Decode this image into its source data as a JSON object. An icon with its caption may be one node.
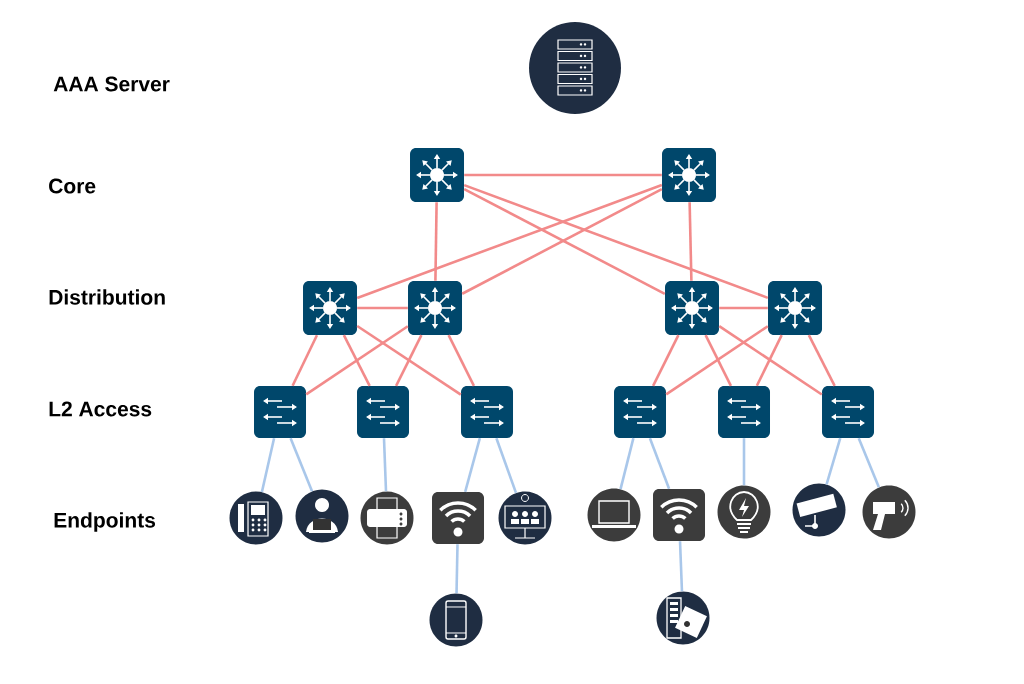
{
  "diagram": {
    "nodes": [
      {
        "text": [],
        "shape": "picture"
      },
      {
        "text": [],
        "shape": "picture"
      },
      {
        "text": [],
        "shape": "picture"
      },
      {
        "text": [],
        "shape": "picture"
      },
      {
        "text": [],
        "shape": "picture"
      },
      {
        "text": [],
        "shape": "picture"
      },
      {
        "text": [],
        "shape": "picture"
      },
      {
        "text": [],
        "shape": "picture"
      },
      {
        "text": [],
        "shape": "picture"
      },
      {
        "text": [],
        "shape": "picture"
      },
      {
        "text": [],
        "shape": "picture"
      },
      {
        "text": [],
        "shape": "picture"
      },
      {
        "text": [],
        "shape": "picture"
      },
      {
        "text": [],
        "shape": "picture"
      },
      {
        "text": [],
        "shape": "picture"
      },
      {
        "text": [],
        "shape": "picture"
      },
      {
        "text": [],
        "shape": "picture"
      },
      {
        "text": [],
        "shape": "picture"
      },
      {
        "text": [],
        "shape": "picture"
      },
      {
        "text": [],
        "shape": "picture"
      },
      {
        "text": [],
        "shape": "picture"
      },
      {
        "text": [],
        "shape": "picture"
      },
      {
        "text": [],
        "shape": "picture"
      },
      {
        "text": [],
        "shape": "picture"
      },
      {
        "text": [],
        "shape": "picture"
      }
    ],
    "edges": [
      {
        "from": 1,
        "to": 2,
        "arrow": "none"
      },
      {
        "from": 1,
        "to": 4,
        "arrow": "none"
      },
      {
        "from": 1,
        "to": 5,
        "arrow": "none"
      },
      {
        "from": 1,
        "to": 6,
        "arrow": "none"
      },
      {
        "from": 2,
        "to": 3,
        "arrow": "none"
      },
      {
        "from": 2,
        "to": 4,
        "arrow": "none"
      },
      {
        "from": 2,
        "to": 5,
        "arrow": "none"
      },
      {
        "from": 3,
        "to": 4,
        "arrow": "none"
      },
      {
        "from": 5,
        "to": 6,
        "arrow": "none"
      },
      {
        "from": 3,
        "to": 7,
        "arrow": "none"
      },
      {
        "from": 3,
        "to": 8,
        "arrow": "none"
      },
      {
        "from": 3,
        "to": 9,
        "arrow": "none"
      },
      {
        "from": 4,
        "to": 7,
        "arrow": "none"
      },
      {
        "from": 4,
        "to": 8,
        "arrow": "none"
      },
      {
        "from": 4,
        "to": 9,
        "arrow": "none"
      },
      {
        "from": 5,
        "to": 10,
        "arrow": "none"
      },
      {
        "from": 5,
        "to": 11,
        "arrow": "none"
      },
      {
        "from": 5,
        "to": 12,
        "arrow": "none"
      },
      {
        "from": 6,
        "to": 10,
        "arrow": "none"
      },
      {
        "from": 6,
        "to": 11,
        "arrow": "none"
      },
      {
        "from": 6,
        "to": 12,
        "arrow": "none"
      },
      {
        "from": 7,
        "to": 13,
        "arrow": "none",
        "color": "#a9c7ea"
      },
      {
        "from": 7,
        "to": 14,
        "arrow": "none",
        "color": "#a9c7ea"
      },
      {
        "from": 8,
        "to": 15,
        "arrow": "none",
        "color": "#a9c7ea"
      },
      {
        "from": 9,
        "to": 16,
        "arrow": "none",
        "color": "#a9c7ea"
      },
      {
        "from": 9,
        "to": 17,
        "arrow": "none",
        "color": "#a9c7ea"
      },
      {
        "from": 10,
        "to": 18,
        "arrow": "none",
        "color": "#a9c7ea"
      },
      {
        "from": 10,
        "to": 19,
        "arrow": "none",
        "color": "#a9c7ea"
      },
      {
        "from": 11,
        "to": 20,
        "arrow": "none",
        "color": "#a9c7ea"
      },
      {
        "from": 12,
        "to": 21,
        "arrow": "none",
        "color": "#a9c7ea"
      },
      {
        "from": 12,
        "to": 22,
        "arrow": "none",
        "color": "#a9c7ea"
      },
      {
        "from": 16,
        "to": 23,
        "arrow": "none",
        "color": "#a9c7ea"
      },
      {
        "from": 19,
        "to": 24,
        "arrow": "none",
        "color": "#a9c7ea"
      }
    ],
    "labels": [
      "AAA Server",
      "Core",
      "Distribution",
      "L2 Access",
      "Endpoints"
    ]
  }
}
